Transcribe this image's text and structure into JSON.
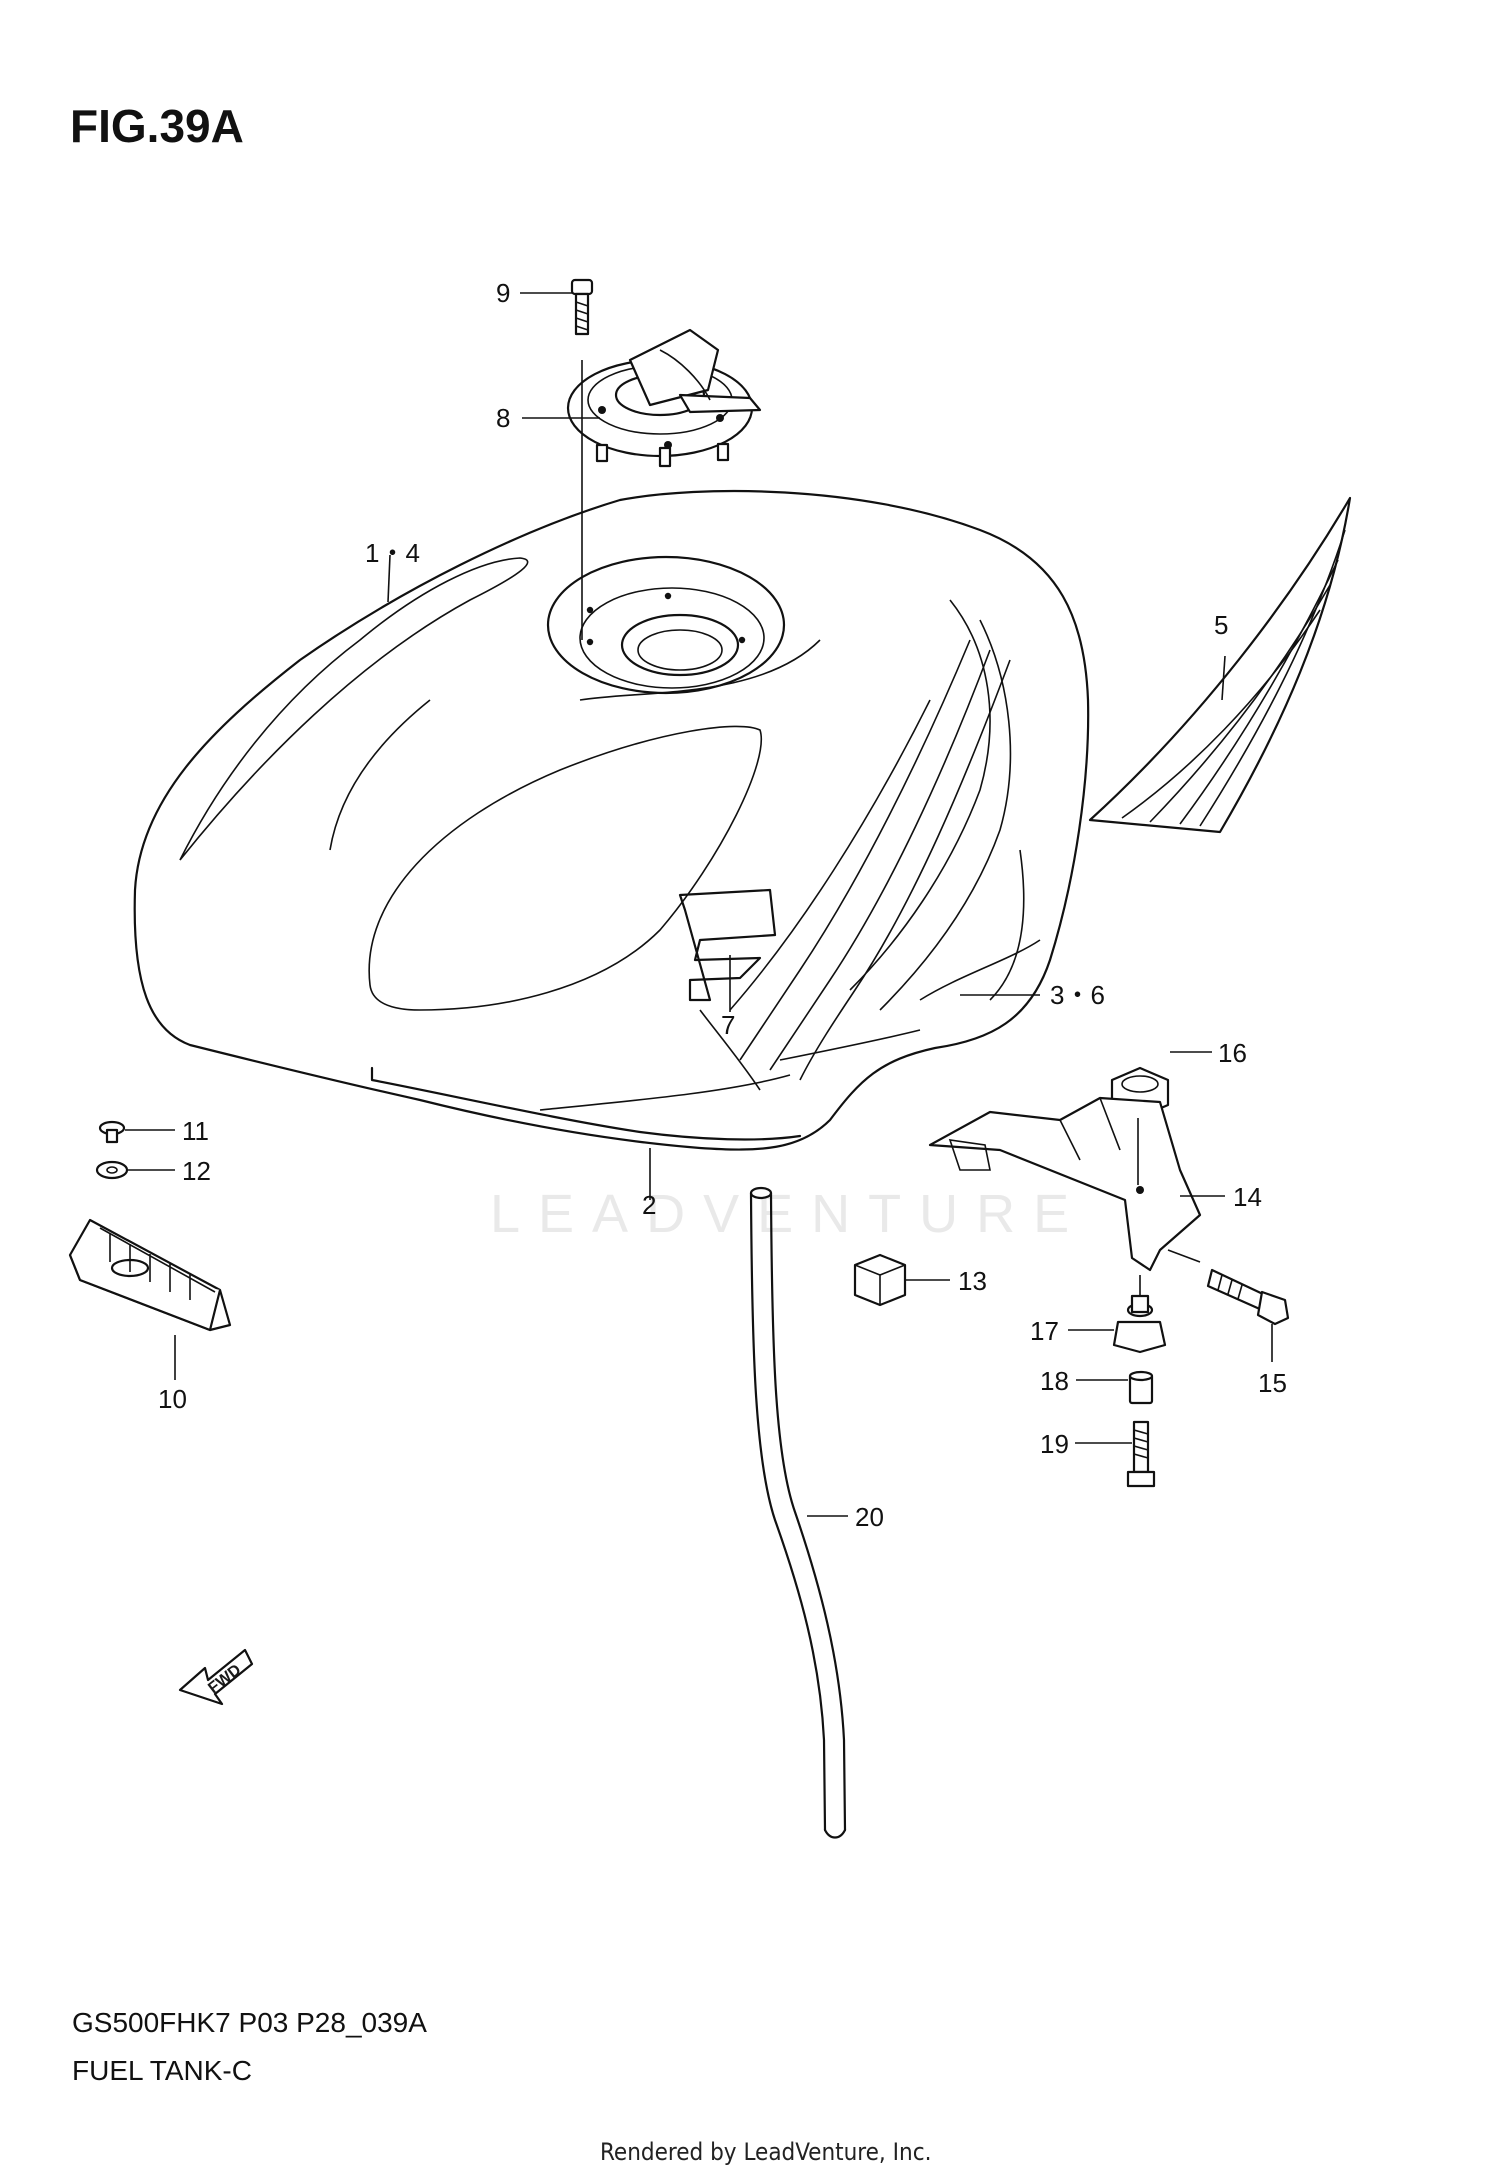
{
  "figure": {
    "title": "FIG.39A",
    "model_code": "GS500FHK7 P03 P28_039A",
    "caption": "FUEL TANK-C",
    "credit": "Rendered by LeadVenture, Inc.",
    "watermark": "LEADVENTURE"
  },
  "callouts": [
    {
      "id": "c1",
      "label": "1・4"
    },
    {
      "id": "c2",
      "label": "2"
    },
    {
      "id": "c3",
      "label": "3・6"
    },
    {
      "id": "c5",
      "label": "5"
    },
    {
      "id": "c7",
      "label": "7"
    },
    {
      "id": "c8",
      "label": "8"
    },
    {
      "id": "c9",
      "label": "9"
    },
    {
      "id": "c10",
      "label": "10"
    },
    {
      "id": "c11",
      "label": "11"
    },
    {
      "id": "c12",
      "label": "12"
    },
    {
      "id": "c13",
      "label": "13"
    },
    {
      "id": "c14",
      "label": "14"
    },
    {
      "id": "c15",
      "label": "15"
    },
    {
      "id": "c16",
      "label": "16"
    },
    {
      "id": "c17",
      "label": "17"
    },
    {
      "id": "c18",
      "label": "18"
    },
    {
      "id": "c19",
      "label": "19"
    },
    {
      "id": "c20",
      "label": "20"
    }
  ],
  "fwd_arrow": {
    "label": "FWD"
  }
}
